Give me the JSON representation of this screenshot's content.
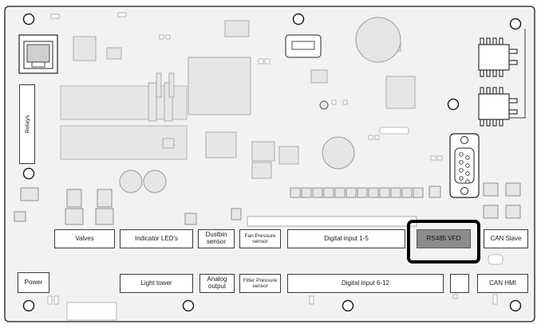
{
  "labels": {
    "relays": "Relays",
    "valves": "Valves",
    "indicator_leds": "Indicator LED's",
    "dustbin_sensor": "Dustbin sensor",
    "fan_pressure_sensor": "Fan Pressure sensor",
    "digital_input_1_5": "Digital input 1-5",
    "rs485_vfd": "RS485 VFD",
    "can_slave": "CAN Slave",
    "power": "Power",
    "light_tower": "Light tower",
    "analog_output": "Analog output",
    "filter_pressure_sensor": "Filter Pressure sensor",
    "digital_input_6_12": "Digital input 6-12",
    "can_hmi": "CAN HMI"
  },
  "colors": {
    "board_fill": "#f2f2f2",
    "outline": "#3a3a3a",
    "component_fill": "#e6e6e6",
    "selected_fill": "#8c8c8c",
    "highlight_border": "#000000"
  },
  "highlighted_connector": "rs485_vfd"
}
